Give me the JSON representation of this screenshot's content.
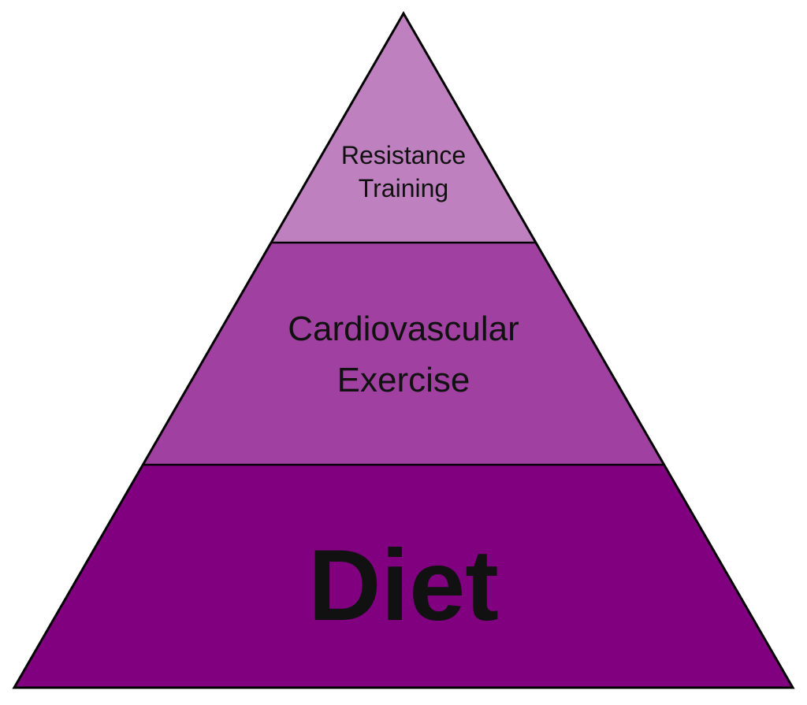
{
  "diagram": {
    "type": "pyramid",
    "tiers": [
      {
        "id": "top",
        "lines": [
          "Resistance",
          "Training"
        ],
        "color": "#bf80bf"
      },
      {
        "id": "middle",
        "lines": [
          "Cardiovascular",
          "Exercise"
        ],
        "color": "#a040a0"
      },
      {
        "id": "base",
        "lines": [
          "Diet"
        ],
        "color": "#800080"
      }
    ],
    "outline_color": "#000000"
  }
}
